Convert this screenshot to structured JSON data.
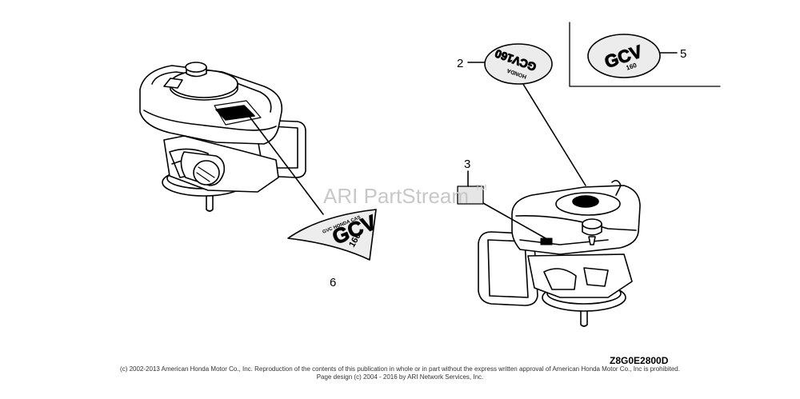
{
  "callouts": {
    "c2": "2",
    "c3": "3",
    "c5": "5",
    "c6": "6"
  },
  "decals": {
    "model": "GCV",
    "displacement": "160",
    "brand": "HONDA",
    "label_2": "GCV160",
    "label_6_small": "GVC  HONDA  CAS"
  },
  "watermark": {
    "text": "ARI PartStream",
    "tm": "TM"
  },
  "drawing_code": "Z8G0E2800D",
  "footer": {
    "line1": "(c) 2002-2013 American Honda Motor Co., Inc. Reproduction of the contents of this publication in whole or in part without the express written approval of American Honda Motor Co., Inc is prohibited.",
    "line2": "Page design (c) 2004 - 2016 by ARI Network Services, Inc."
  }
}
